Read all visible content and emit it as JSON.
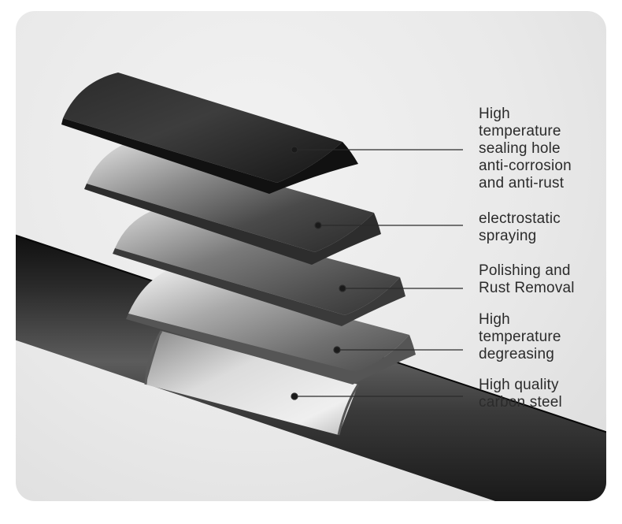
{
  "layers": [
    {
      "label": "High\ntemperature\nsealing hole\nanti-corrosion\nand anti-rust"
    },
    {
      "label": "electrostatic\nspraying"
    },
    {
      "label": "Polishing and\nRust Removal"
    },
    {
      "label": "High\ntemperature\ndegreasing"
    },
    {
      "label": "High quality\ncarbon steel"
    }
  ],
  "colors": {
    "background": "#e9e9e9",
    "pipe": "#1e1e1e",
    "leader_line": "#2b2b2b",
    "label_text": "#2b2b2b"
  }
}
